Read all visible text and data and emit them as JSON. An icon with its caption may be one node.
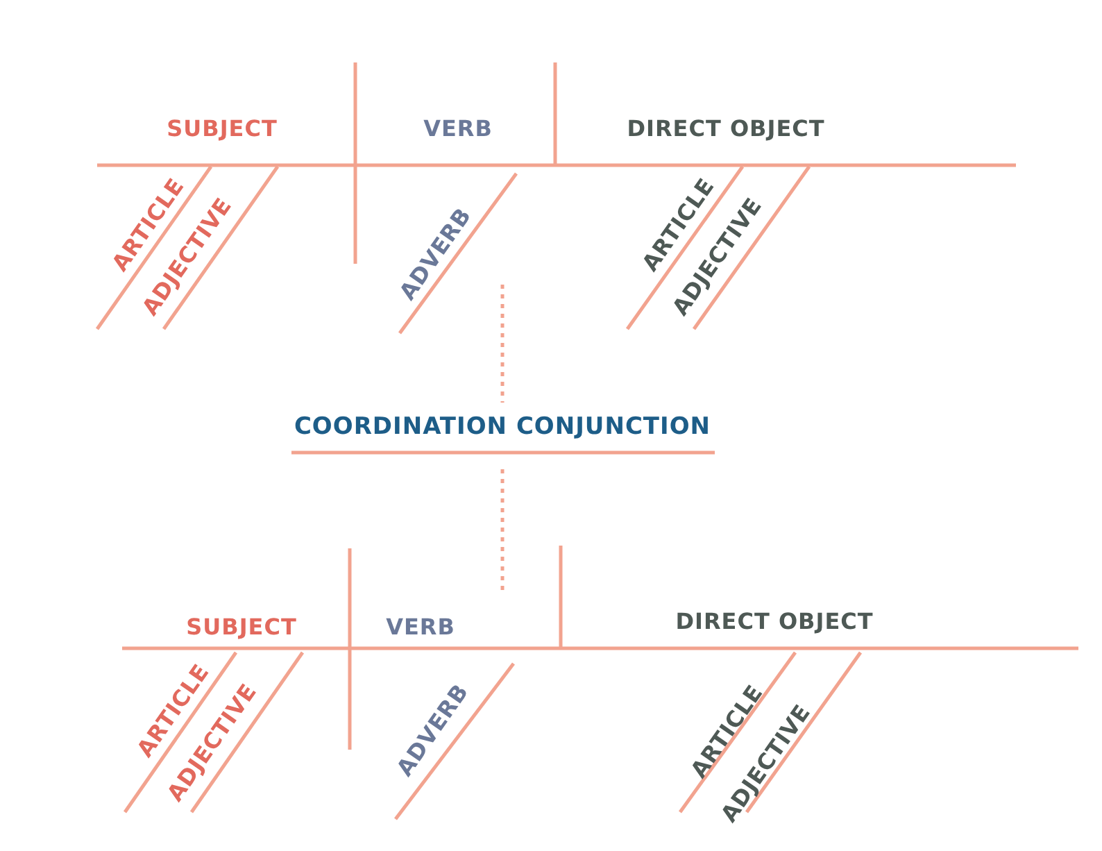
{
  "diagram": {
    "labels": [
      "SUBJECT",
      "VERB",
      "DIRECT OBJECT",
      "ARTICLE",
      "ADJECTIVE",
      "ADVERB",
      "ARTICLE",
      "ADJECTIVE",
      "COORDINATION CONJUNCTION",
      "SUBJECT",
      "VERB",
      "DIRECT OBJECT",
      "ARTICLE",
      "ADJECTIVE",
      "ADVERB",
      "ARTICLE",
      "ADJECTIVE"
    ]
  }
}
